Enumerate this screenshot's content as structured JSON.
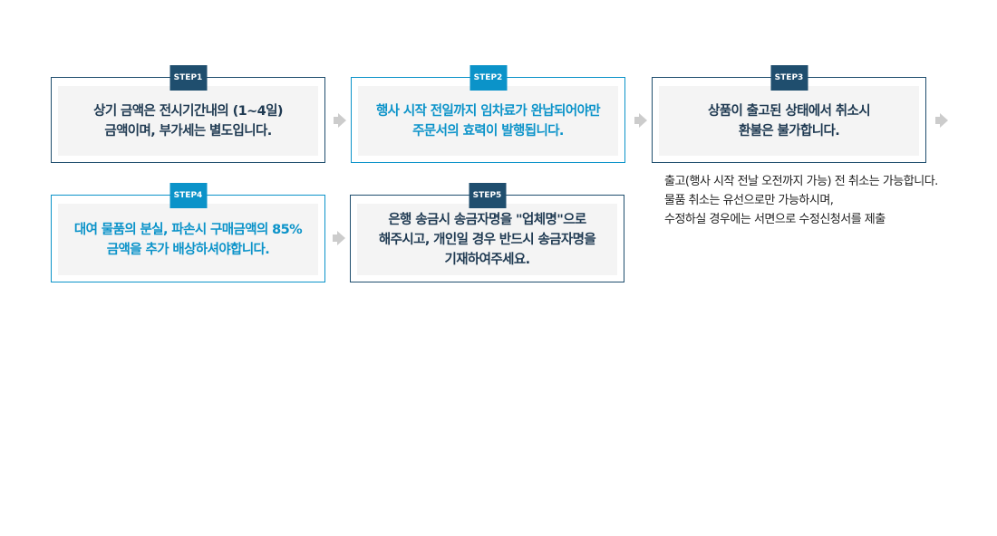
{
  "steps": [
    {
      "label": "STEP1",
      "lines": [
        "상기 금액은 전시기간내의 (1~4일)",
        "금액이며, 부가세는 별도입니다."
      ]
    },
    {
      "label": "STEP2",
      "lines": [
        "행사 시작 전일까지 임차료가 완납되어야만",
        "주문서의 효력이 발행됩니다."
      ]
    },
    {
      "label": "STEP3",
      "lines": [
        "상품이 출고된 상태에서 취소시",
        "환불은 불가합니다."
      ]
    },
    {
      "label": "STEP4",
      "lines": [
        "대여 물품의 분실, 파손시 구매금액의 85%",
        "금액을 추가 배상하셔야합니다."
      ]
    },
    {
      "label": "STEP5",
      "lines": [
        "은행 송금시 송금자명을 \"업체명\"으로",
        "해주시고, 개인일 경우 반드시 송금자명을",
        "기재하여주세요."
      ]
    }
  ],
  "note": [
    "출고(행사 시작 전날 오전까지 가능) 전 취소는 가능합니다.",
    "물품 취소는 유선으로만 가능하시며,",
    "수정하실 경우에는 서면으로 수정신청서를 제출"
  ],
  "colors": {
    "dark": "#1f4e6e",
    "blue": "#0b93c9"
  }
}
